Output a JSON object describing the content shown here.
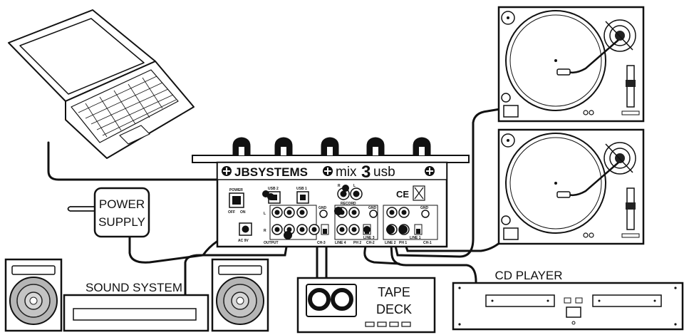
{
  "devices": {
    "power_supply": {
      "label_line1": "POWER",
      "label_line2": "SUPPLY"
    },
    "sound_system": {
      "label": "SOUND SYSTEM"
    },
    "tape_deck": {
      "label_line1": "TAPE",
      "label_line2": "DECK"
    },
    "cd_player": {
      "label": "CD PLAYER"
    }
  },
  "mixer": {
    "brand": "JBSYSTEMS",
    "model_prefix": "mix",
    "model_number": "3",
    "model_suffix": "usb",
    "ce_mark": "CE",
    "panel_labels": {
      "power": "POWER",
      "off": "OFF",
      "on": "ON",
      "ac": "AC 9V",
      "usb2": "USB 2",
      "usb1": "USB 1",
      "record": "RECORD",
      "rec_r": "R",
      "rec_l": "L",
      "row_l": "L",
      "row_r": "R",
      "output": "OUTPUT",
      "gnd_a": "GND",
      "gnd_b": "GND",
      "gnd_c": "GND",
      "ch3": "CH-3",
      "ch2": "CH-2",
      "ch1": "CH-1",
      "line4": "LINE 4",
      "ph2": "PH 2",
      "line3": "LINE 3",
      "line2": "LINE 2",
      "ph1": "PH 1",
      "line1": "LINE 1"
    }
  },
  "colors": {
    "line": "#111111",
    "background": "#ffffff",
    "speaker_cone": "#b5b5b5"
  }
}
